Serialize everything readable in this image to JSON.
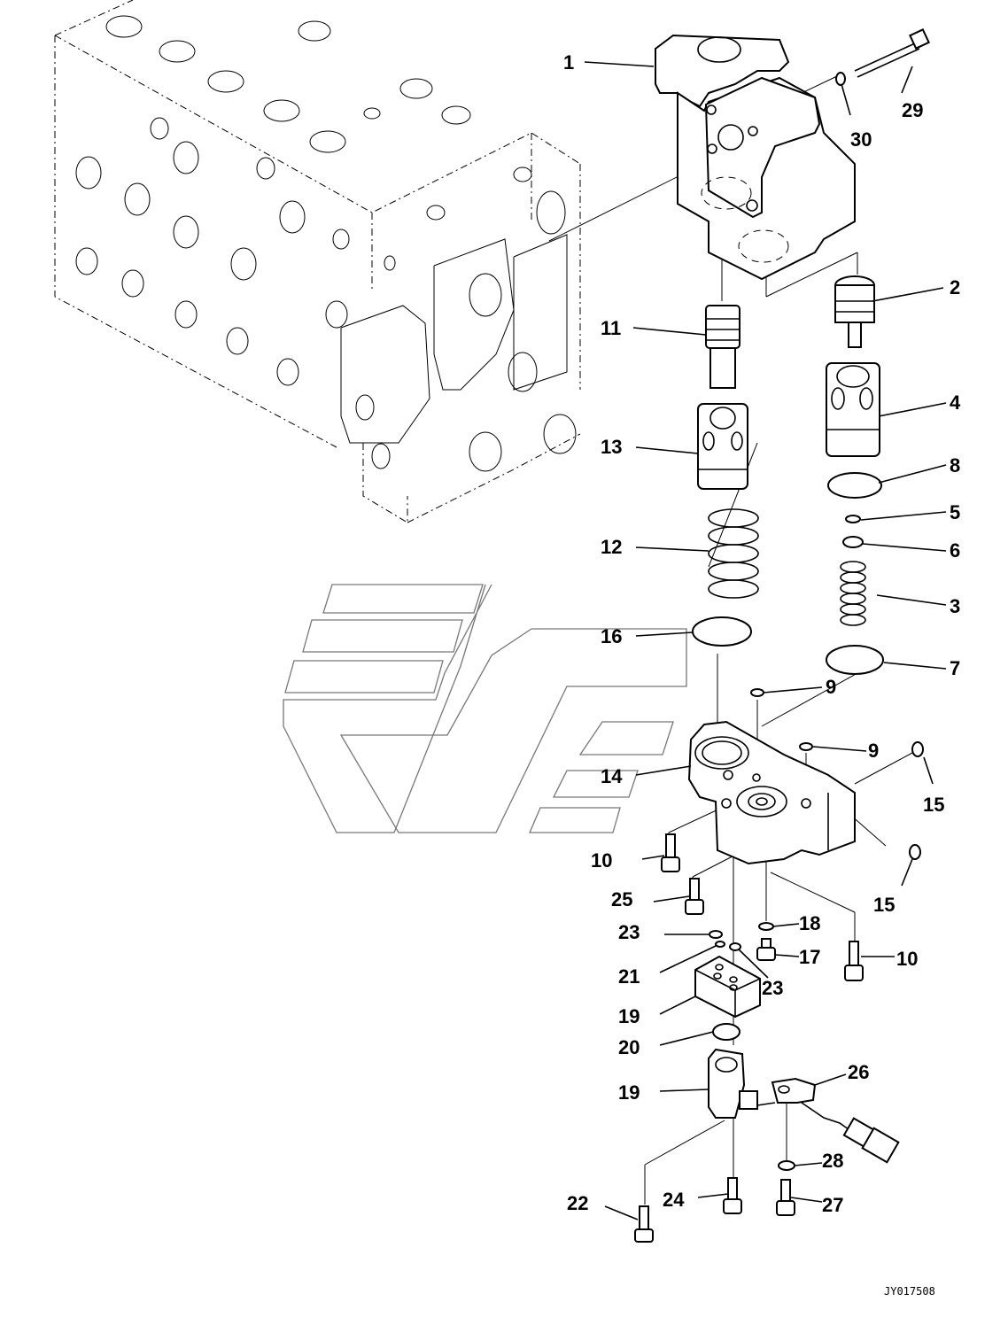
{
  "drawing_code": "JY017508",
  "callouts": [
    {
      "id": "c1",
      "text": "1"
    },
    {
      "id": "c2",
      "text": "2"
    },
    {
      "id": "c3",
      "text": "3"
    },
    {
      "id": "c4",
      "text": "4"
    },
    {
      "id": "c5",
      "text": "5"
    },
    {
      "id": "c6",
      "text": "6"
    },
    {
      "id": "c7",
      "text": "7"
    },
    {
      "id": "c8",
      "text": "8"
    },
    {
      "id": "c9a",
      "text": "9"
    },
    {
      "id": "c9b",
      "text": "9"
    },
    {
      "id": "c10a",
      "text": "10"
    },
    {
      "id": "c10b",
      "text": "10"
    },
    {
      "id": "c11",
      "text": "11"
    },
    {
      "id": "c12",
      "text": "12"
    },
    {
      "id": "c13",
      "text": "13"
    },
    {
      "id": "c14",
      "text": "14"
    },
    {
      "id": "c15a",
      "text": "15"
    },
    {
      "id": "c15b",
      "text": "15"
    },
    {
      "id": "c16",
      "text": "16"
    },
    {
      "id": "c17",
      "text": "17"
    },
    {
      "id": "c18",
      "text": "18"
    },
    {
      "id": "c19a",
      "text": "19"
    },
    {
      "id": "c19b",
      "text": "19"
    },
    {
      "id": "c20",
      "text": "20"
    },
    {
      "id": "c21",
      "text": "21"
    },
    {
      "id": "c22",
      "text": "22"
    },
    {
      "id": "c23a",
      "text": "23"
    },
    {
      "id": "c23b",
      "text": "23"
    },
    {
      "id": "c24",
      "text": "24"
    },
    {
      "id": "c25",
      "text": "25"
    },
    {
      "id": "c26",
      "text": "26"
    },
    {
      "id": "c27",
      "text": "27"
    },
    {
      "id": "c28",
      "text": "28"
    },
    {
      "id": "c29",
      "text": "29"
    },
    {
      "id": "c30",
      "text": "30"
    }
  ]
}
